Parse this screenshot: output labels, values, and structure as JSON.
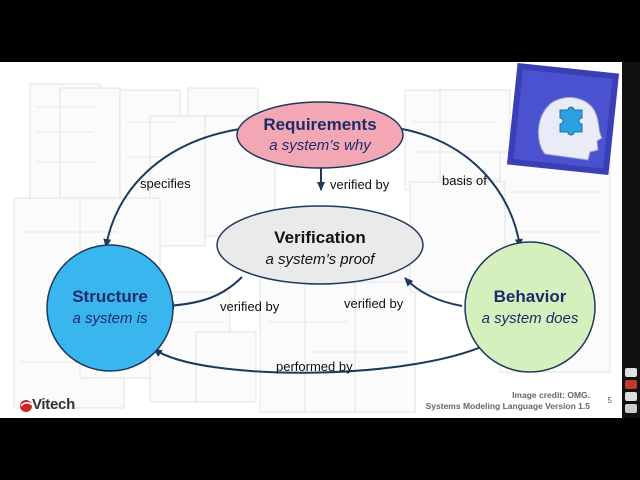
{
  "nodes": {
    "requirements": {
      "title": "Requirements",
      "subtitle": "a system’s why",
      "fill": "#f3a7b4",
      "title_color": "#1d2b6b"
    },
    "verification": {
      "title": "Verification",
      "subtitle": "a system’s proof",
      "fill": "#eaeaea",
      "title_color": "#111111"
    },
    "structure": {
      "title": "Structure",
      "subtitle": "a system is",
      "fill": "#3ab6ee",
      "title_color": "#1d2b6b"
    },
    "behavior": {
      "title": "Behavior",
      "subtitle": "a system does",
      "fill": "#d6f0bd",
      "title_color": "#1d2b6b"
    }
  },
  "edges": {
    "specifies": "specifies",
    "verified_by_req": "verified by",
    "basis_of": "basis of",
    "verified_by_structure": "verified by",
    "verified_by_behavior": "verified by",
    "performed_by": "performed by"
  },
  "edge_color": "#1d3a5c",
  "footer": {
    "brand": "Vitech",
    "credit_line1": "Image credit: OMG.",
    "credit_line2": "Systems Modeling Language Version 1.5",
    "page_number": "5"
  },
  "icons": {
    "brain_puzzle": "head-with-puzzle-icon",
    "logo": "vitech-logo-icon"
  }
}
